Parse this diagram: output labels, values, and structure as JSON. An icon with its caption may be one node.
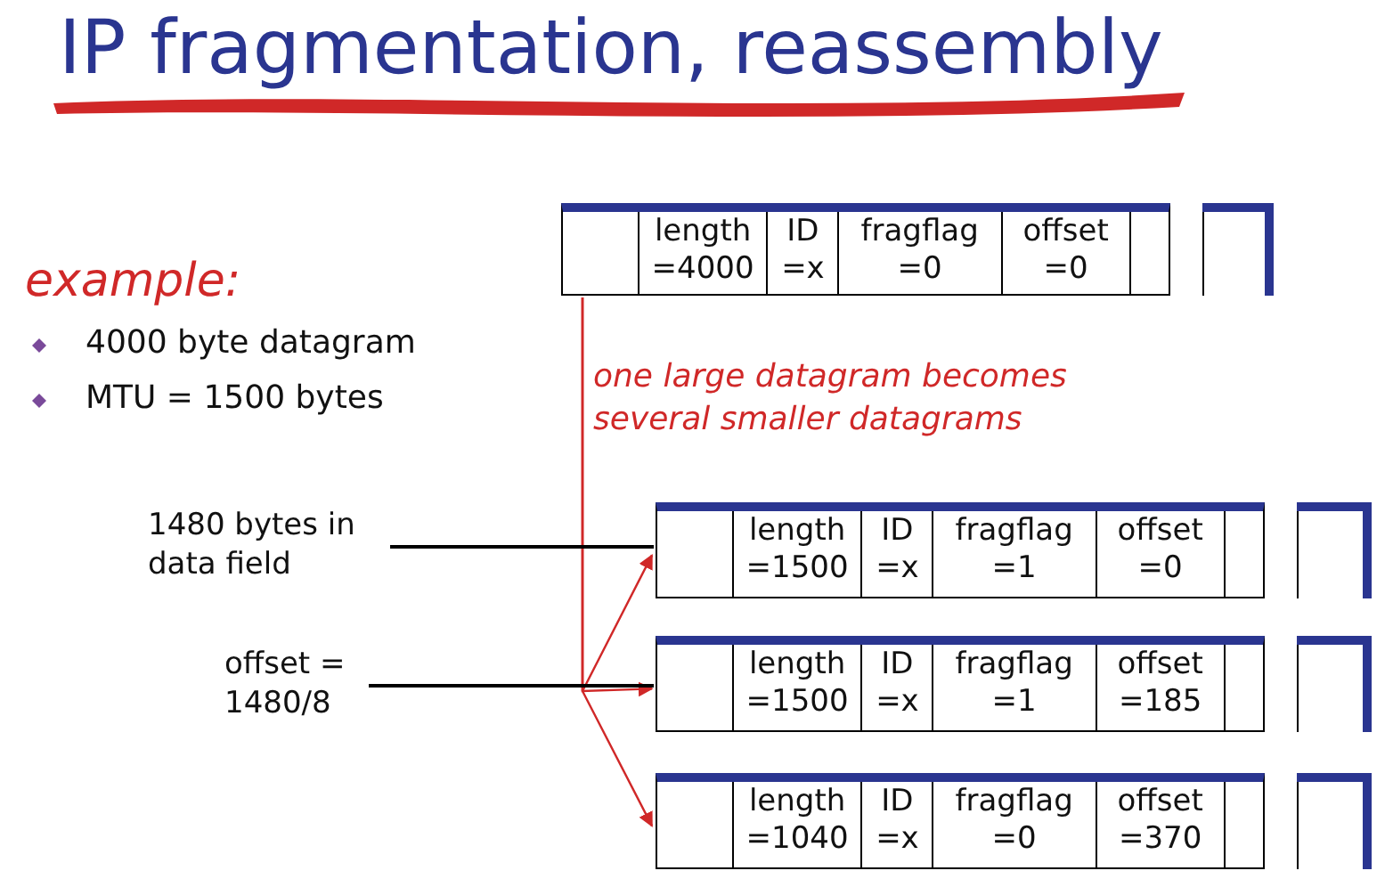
{
  "diagram": {
    "title": "IP fragmentation, reassembly",
    "nodes": [
      {
        "text": [
          "length =4000",
          "ID =x",
          "fragflag =0",
          "offset =0"
        ]
      },
      {
        "text": [
          "length =1500",
          "ID =x",
          "fragflag =1",
          "offset =0"
        ]
      },
      {
        "text": [
          "length =1500",
          "ID =x",
          "fragflag =1",
          "offset =185"
        ]
      },
      {
        "text": [
          "length =1040",
          "ID =x",
          "fragflag =0",
          "offset =370"
        ]
      },
      {
        "text": [
          "1480 bytes in data field"
        ]
      },
      {
        "text": [
          "offset = 1480/8"
        ]
      }
    ],
    "edges": [
      {
        "from": 0,
        "to": 1,
        "arrow": "to"
      },
      {
        "from": 0,
        "to": 2,
        "arrow": "to"
      },
      {
        "from": 0,
        "to": 3,
        "arrow": "to"
      },
      {
        "from": 4,
        "to": 1,
        "arrow": "none",
        "color": "#000000"
      },
      {
        "from": 5,
        "to": 2,
        "arrow": "none",
        "color": "#000000"
      }
    ],
    "labels": [
      "example:",
      "4000 byte datagram",
      "MTU = 1500 bytes",
      "one large datagram becomes several smaller datagrams"
    ]
  }
}
